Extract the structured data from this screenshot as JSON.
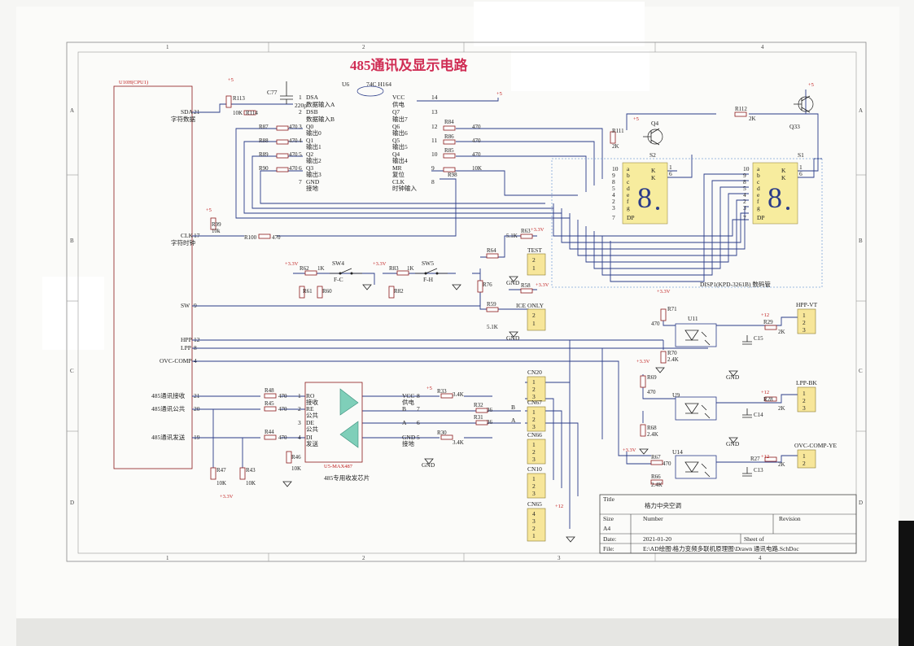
{
  "title": "485通讯及显示电路",
  "mcu": {
    "name": "U10H(CPU1)",
    "pins": [
      {
        "num": "21",
        "label": "SDA",
        "sub": "字符数据"
      },
      {
        "num": "17",
        "label": "CLK",
        "sub": "字符时钟"
      },
      {
        "num": "9",
        "label": "SW",
        "sub": ""
      },
      {
        "num": "12",
        "label": "HPP",
        "sub": ""
      },
      {
        "num": "8",
        "label": "LPP",
        "sub": ""
      },
      {
        "num": "4",
        "label": "OVC-COMP",
        "sub": ""
      },
      {
        "num": "21",
        "label": "485通讯接收",
        "sub": ""
      },
      {
        "num": "20",
        "label": "485通讯公共",
        "sub": ""
      },
      {
        "num": "19",
        "label": "485通讯发送",
        "sub": ""
      }
    ]
  },
  "u6": {
    "ref": "U6",
    "part": "74C H164",
    "left_pins": [
      {
        "num": "1",
        "name": "DSA",
        "cn": "数据输入A"
      },
      {
        "num": "2",
        "name": "DSB",
        "cn": "数据输入B"
      },
      {
        "num": "3",
        "name": "Q0",
        "cn": "输出0"
      },
      {
        "num": "4",
        "name": "Q1",
        "cn": "输出1"
      },
      {
        "num": "5",
        "name": "Q2",
        "cn": "输出2"
      },
      {
        "num": "6",
        "name": "Q3",
        "cn": "输出3"
      },
      {
        "num": "7",
        "name": "GND",
        "cn": "接地"
      }
    ],
    "right_pins": [
      {
        "num": "14",
        "name": "VCC",
        "cn": "供电"
      },
      {
        "num": "13",
        "name": "Q7",
        "cn": "输出7"
      },
      {
        "num": "12",
        "name": "Q6",
        "cn": "输出6"
      },
      {
        "num": "11",
        "name": "Q5",
        "cn": "输出5"
      },
      {
        "num": "10",
        "name": "Q4",
        "cn": "输出4"
      },
      {
        "num": "9",
        "name": "MR",
        "cn": "复位"
      },
      {
        "num": "8",
        "name": "CLK",
        "cn": "时钟输入"
      }
    ]
  },
  "u5": {
    "ref": "U5-MAX487",
    "desc": "485专用收发芯片",
    "left_pins": [
      {
        "num": "1",
        "name": "RO",
        "cn": "接收"
      },
      {
        "num": "2",
        "name": "RE",
        "cn": "公共"
      },
      {
        "num": "3",
        "name": "DE",
        "cn": "公共"
      },
      {
        "num": "4",
        "name": "DI",
        "cn": "发送"
      }
    ],
    "right_pins": [
      {
        "num": "8",
        "name": "VCC",
        "cn": "供电"
      },
      {
        "num": "7",
        "name": "B",
        "cn": ""
      },
      {
        "num": "6",
        "name": "A",
        "cn": ""
      },
      {
        "num": "5",
        "name": "GND",
        "cn": "接地"
      }
    ]
  },
  "resistors": [
    {
      "ref": "R113",
      "val": ""
    },
    {
      "ref": "R114",
      "val": "10K"
    },
    {
      "ref": "R87",
      "val": "470"
    },
    {
      "ref": "R88",
      "val": "470"
    },
    {
      "ref": "R89",
      "val": "470"
    },
    {
      "ref": "R90",
      "val": "470"
    },
    {
      "ref": "R84",
      "val": "470"
    },
    {
      "ref": "R86",
      "val": "470"
    },
    {
      "ref": "R85",
      "val": "470"
    },
    {
      "ref": "R98",
      "val": "10K"
    },
    {
      "ref": "R99",
      "val": "10k"
    },
    {
      "ref": "R100",
      "val": "470"
    },
    {
      "ref": "R111",
      "val": "2K"
    },
    {
      "ref": "R112",
      "val": "2K"
    },
    {
      "ref": "R62",
      "val": "1K"
    },
    {
      "ref": "R61",
      "val": ""
    },
    {
      "ref": "R60",
      "val": ""
    },
    {
      "ref": "R83",
      "val": "1K"
    },
    {
      "ref": "R82",
      "val": ""
    },
    {
      "ref": "R63",
      "val": "5.1K"
    },
    {
      "ref": "R64",
      "val": ""
    },
    {
      "ref": "R76",
      "val": ""
    },
    {
      "ref": "R58",
      "val": ""
    },
    {
      "ref": "R59",
      "val": "5.1K"
    },
    {
      "ref": "R71",
      "val": "470"
    },
    {
      "ref": "R70",
      "val": "2.4K"
    },
    {
      "ref": "R29",
      "val": "2K"
    },
    {
      "ref": "R69",
      "val": "470"
    },
    {
      "ref": "R68",
      "val": "2.4K"
    },
    {
      "ref": "R28",
      "val": "2K"
    },
    {
      "ref": "R67",
      "val": "470"
    },
    {
      "ref": "R66",
      "val": "2.4K"
    },
    {
      "ref": "R27",
      "val": "2K"
    },
    {
      "ref": "R48",
      "val": "470"
    },
    {
      "ref": "R45",
      "val": "470"
    },
    {
      "ref": "R44",
      "val": "470"
    },
    {
      "ref": "R46",
      "val": "10K"
    },
    {
      "ref": "R47",
      "val": "10K"
    },
    {
      "ref": "R43",
      "val": "10K"
    },
    {
      "ref": "R33",
      "val": "3.4K"
    },
    {
      "ref": "R32",
      "val": "36"
    },
    {
      "ref": "R31",
      "val": "36"
    },
    {
      "ref": "R30",
      "val": "3.4K"
    }
  ],
  "misc": {
    "c77": "C77",
    "c77_val": "220p",
    "c15": "C15",
    "c14": "C14",
    "c13": "C13",
    "q4": "Q4",
    "q33": "Q33",
    "s1": "S1",
    "s2": "S2",
    "sw4": "SW4",
    "sw4_sub": "F-C",
    "sw5": "SW5",
    "sw5_sub": "F-H",
    "u11": "U11",
    "u9": "U9",
    "u14": "U14",
    "disp": "DISP1(KPD-3261B) 数码管",
    "plus5": "+5",
    "plus33": "+3.3V",
    "plus12": "+12",
    "gnd": "GND"
  },
  "connectors": [
    {
      "ref": "TEST",
      "pins": [
        "2",
        "1"
      ]
    },
    {
      "ref": "ICE ONLY",
      "pins": [
        "2",
        "1"
      ]
    },
    {
      "ref": "HPP-VT",
      "pins": [
        "1",
        "2",
        "3"
      ]
    },
    {
      "ref": "LPP-BK",
      "pins": [
        "1",
        "2",
        "3"
      ]
    },
    {
      "ref": "OVC-COMP-YE",
      "pins": [
        "1",
        "2"
      ]
    },
    {
      "ref": "CN20",
      "pins": [
        "1",
        "2",
        "3"
      ]
    },
    {
      "ref": "CN67",
      "pins": [
        "1",
        "2",
        "3"
      ]
    },
    {
      "ref": "CN66",
      "pins": [
        "1",
        "2",
        "3"
      ]
    },
    {
      "ref": "CN10",
      "pins": [
        "1",
        "2",
        "3"
      ]
    },
    {
      "ref": "CN65",
      "pins": [
        "4",
        "3",
        "2",
        "1"
      ]
    }
  ],
  "segment_pins": {
    "left": [
      "10",
      "9",
      "8",
      "5",
      "4",
      "2",
      "3",
      "7"
    ],
    "seg": [
      "a",
      "b",
      "c",
      "d",
      "e",
      "f",
      "g",
      "DP"
    ],
    "k": [
      "K",
      "K"
    ],
    "kpins": [
      "1",
      "6"
    ]
  },
  "titleblock": {
    "title_label": "Title",
    "title": "格力中央空调",
    "size_label": "Size",
    "size": "A4",
    "number_label": "Number",
    "revision_label": "Revision",
    "date_label": "Date:",
    "date": "2021-01-20",
    "sheet_label": "Sheet   of",
    "file_label": "File:",
    "file": "E:\\AD绘图\\格力变频多联机原理图\\Drawn 通讯电路.SchDoc"
  },
  "zones": {
    "cols": [
      "1",
      "2",
      "3",
      "4"
    ],
    "rows": [
      "A",
      "B",
      "C",
      "D"
    ]
  },
  "misc_labels": {
    "a_label": "A",
    "b_label": "B"
  }
}
